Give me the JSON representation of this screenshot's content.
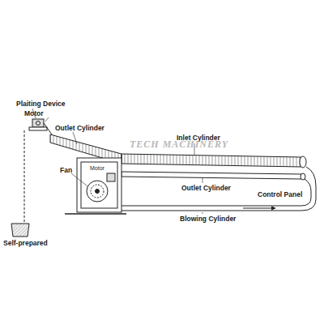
{
  "diagram": {
    "labels": [
      "Plaiting Device",
      "Motor",
      "Outlet Cylinder",
      "Inlet Cylinder",
      "Fan",
      "Motor",
      "Outlet Cylinder",
      "Control Panel",
      "Blowing Cylinder",
      "Self-prepared",
      "TECH MACHINERY"
    ]
  }
}
